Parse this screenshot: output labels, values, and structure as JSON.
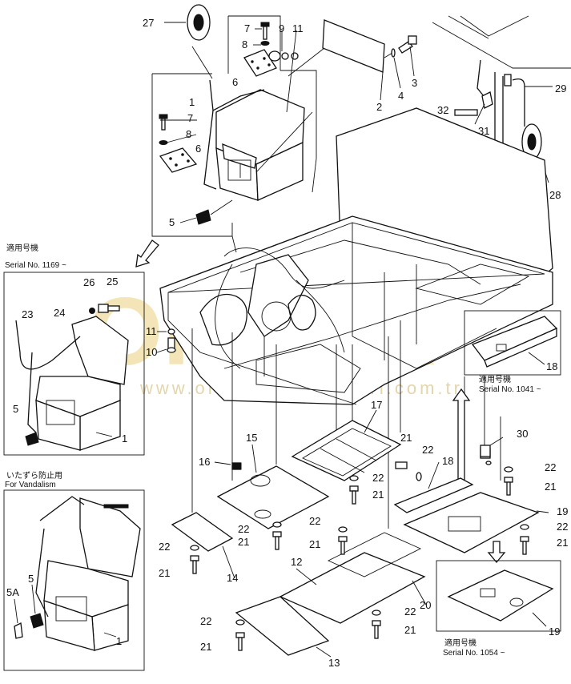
{
  "watermark": {
    "brand": "ORNEK",
    "url": "www.ornekismakinelari.com.tr"
  },
  "callouts": {
    "c27": "27",
    "c7a": "7",
    "c9": "9",
    "c11": "11",
    "c8a": "8",
    "c6a": "6",
    "c1a": "1",
    "c7b": "7",
    "c8b": "8",
    "c6b": "6",
    "c5a": "5",
    "c2": "2",
    "c4": "4",
    "c3": "3",
    "c32": "32",
    "c31": "31",
    "c29": "29",
    "c28": "28",
    "c26": "26",
    "c25": "25",
    "c23": "23",
    "c24": "24",
    "c5b": "5",
    "c1b": "1",
    "c11b": "11",
    "c10": "10",
    "c18a": "18",
    "c17": "17",
    "c15": "15",
    "c16": "16",
    "c21a": "21",
    "c22a": "22",
    "c22b": "22",
    "c21b": "21",
    "c22c": "22",
    "c21c": "21",
    "c30": "30",
    "c18b": "18",
    "c22d": "22",
    "c21d": "21",
    "c19a": "19",
    "c22e": "22",
    "c21e": "21",
    "c22f": "22",
    "c21f": "21",
    "c22g": "22",
    "c21g": "21",
    "c14": "14",
    "c12": "12",
    "c20": "20",
    "c22h": "22",
    "c21h": "21",
    "c19b": "19",
    "c22i": "22",
    "c21i": "21",
    "c13": "13",
    "c5A": "5A",
    "c5c": "5",
    "c1c": "1"
  },
  "notes": {
    "serial1169_jp": "適用号機",
    "serial1169": "Serial No. 1169 ~",
    "vandal_jp": "いたずら防止用",
    "vandal": "For Vandalism",
    "serial1041_jp": "適用号機",
    "serial1041": "Serial No. 1041 ~",
    "serial1054_jp": "適用号機",
    "serial1054": "Serial No. 1054 ~"
  }
}
